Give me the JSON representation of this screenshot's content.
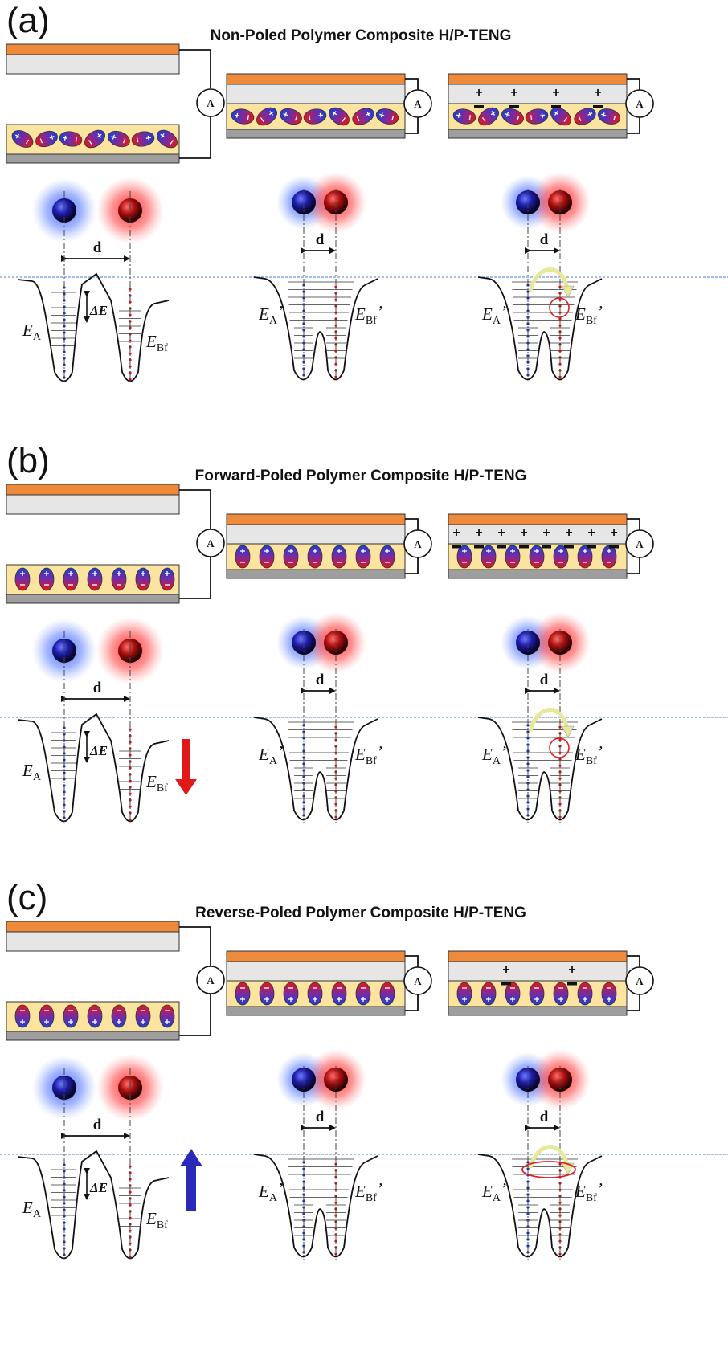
{
  "panels": [
    {
      "id": "a",
      "letter": "(a)",
      "title": "Non-Poled Polymer Composite H/P-TENG",
      "dipole_mode": "random",
      "surface_charges": "sparse",
      "ammeter_label": "A",
      "distance_label": "d",
      "energy_left": "E",
      "energy_left_sub": "A",
      "energy_right": "E",
      "energy_right_sub": "Bf",
      "energy_left_prime": "E",
      "energy_left_prime_sub": "A",
      "prime_mark": "’",
      "energy_right_prime": "E",
      "energy_right_prime_sub": "Bf",
      "delta_label": "ΔE",
      "shift_arrow": "none",
      "transfer_marker": "circle"
    },
    {
      "id": "b",
      "letter": "(b)",
      "title": "Forward-Poled Polymer Composite H/P-TENG",
      "dipole_mode": "forward",
      "surface_charges": "dense",
      "ammeter_label": "A",
      "distance_label": "d",
      "energy_left": "E",
      "energy_left_sub": "A",
      "energy_right": "E",
      "energy_right_sub": "Bf",
      "energy_left_prime": "E",
      "energy_left_prime_sub": "A",
      "prime_mark": "’",
      "energy_right_prime": "E",
      "energy_right_prime_sub": "Bf",
      "delta_label": "ΔE",
      "shift_arrow": "down-red",
      "transfer_marker": "circle"
    },
    {
      "id": "c",
      "letter": "(c)",
      "title": "Reverse-Poled Polymer Composite H/P-TENG",
      "dipole_mode": "reverse",
      "surface_charges": "few",
      "ammeter_label": "A",
      "distance_label": "d",
      "energy_left": "E",
      "energy_left_sub": "A",
      "energy_right": "E",
      "energy_right_sub": "Bf",
      "energy_left_prime": "E",
      "energy_left_prime_sub": "A",
      "prime_mark": "’",
      "energy_right_prime": "E",
      "energy_right_prime_sub": "Bf",
      "delta_label": "ΔE",
      "shift_arrow": "up-blue",
      "transfer_marker": "ellipse"
    }
  ],
  "colors": {
    "electrode_top": "#ee8a3c",
    "electrode_bottom": "#9e9e9e",
    "dielectric": "#e6e6e6",
    "composite": "#fbe4a0",
    "atom_blue": "#1d2db0",
    "atom_red": "#c81414",
    "fermi_line": "#4a7cd8",
    "shift_down": "#e01818",
    "shift_up": "#2a2ab8",
    "transfer_arrow": "#e8e89a"
  }
}
